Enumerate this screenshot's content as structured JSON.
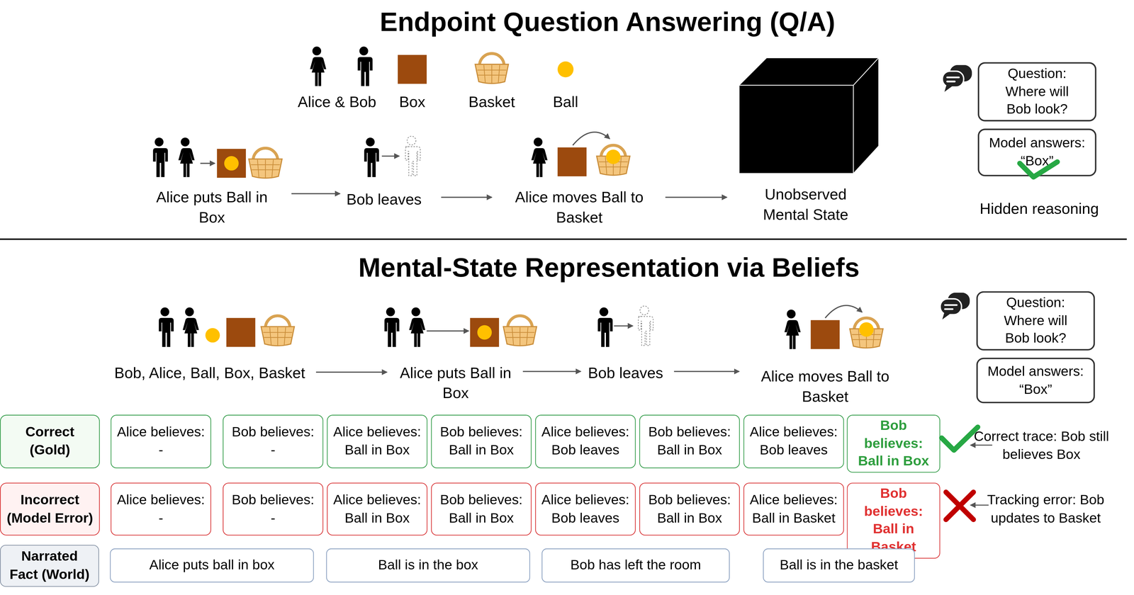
{
  "diagram": {
    "title": "Endpoint Question Answering (Q/A)",
    "nodes": [
      {
        "text": [
          "Question:",
          "Where will Bob look?"
        ]
      },
      {
        "text": [
          "Model answers:",
          "“Box”"
        ]
      },
      {
        "text": [
          "Question:",
          "Where will Bob look?"
        ]
      },
      {
        "text": [
          "Model answers:",
          "“Box”"
        ]
      },
      {
        "text": [
          "Correct (Gold)"
        ]
      },
      {
        "text": [
          "Alice believes:",
          "-"
        ]
      },
      {
        "text": [
          "Bob believes:",
          "-"
        ]
      },
      {
        "text": [
          "Alice believes:",
          "Ball in Box"
        ]
      },
      {
        "text": [
          "Bob believes:",
          "Ball in Box"
        ]
      },
      {
        "text": [
          "Alice believes:",
          "Bob leaves"
        ]
      },
      {
        "text": [
          "Bob believes:",
          "Ball in Box"
        ]
      },
      {
        "text": [
          "Alice believes:",
          "Bob leaves"
        ]
      },
      {
        "text": [
          "Bob believes:",
          "Ball in Box"
        ]
      },
      {
        "text": [
          "Incorrect (Model Error)"
        ]
      },
      {
        "text": [
          "Alice believes:",
          "-"
        ]
      },
      {
        "text": [
          "Bob believes:",
          "-"
        ]
      },
      {
        "text": [
          "Alice believes:",
          "Ball in Box"
        ]
      },
      {
        "text": [
          "Bob believes:",
          "Ball in Box"
        ]
      },
      {
        "text": [
          "Alice believes:",
          "Bob leaves"
        ]
      },
      {
        "text": [
          "Bob believes:",
          "Ball in Box"
        ]
      },
      {
        "text": [
          "Alice believes:",
          "Ball in Basket"
        ]
      },
      {
        "text": [
          "Bob believes:",
          "Ball in Basket"
        ]
      },
      {
        "text": [
          "Narrated Fact (World)"
        ]
      },
      {
        "text": [
          "Alice puts ball in box"
        ]
      },
      {
        "text": [
          "Ball is in the box"
        ]
      },
      {
        "text": [
          "Bob has left the room"
        ]
      },
      {
        "text": [
          "Ball is in the basket"
        ]
      }
    ],
    "labels": [
      "Alice puts Ball in Box",
      "Bob leaves",
      "Alice moves Ball to Basket",
      "Unobserved Mental State",
      "Hidden reasoning",
      "Mental-State Representation via Beliefs",
      "Bob, Alice, Ball, Box, Basket",
      "Alice puts Ball in Box",
      "Bob leaves",
      "Alice moves Ball to Basket",
      "Correct trace: Bob still believes Box",
      "Tracking error: Bob updates to Basket"
    ],
    "legend": [
      {
        "text": "Alice & Bob"
      },
      {
        "text": "Box",
        "color": "#9c4a0e"
      },
      {
        "text": "Basket"
      },
      {
        "text": "Ball",
        "color": "#ffc000"
      }
    ]
  }
}
